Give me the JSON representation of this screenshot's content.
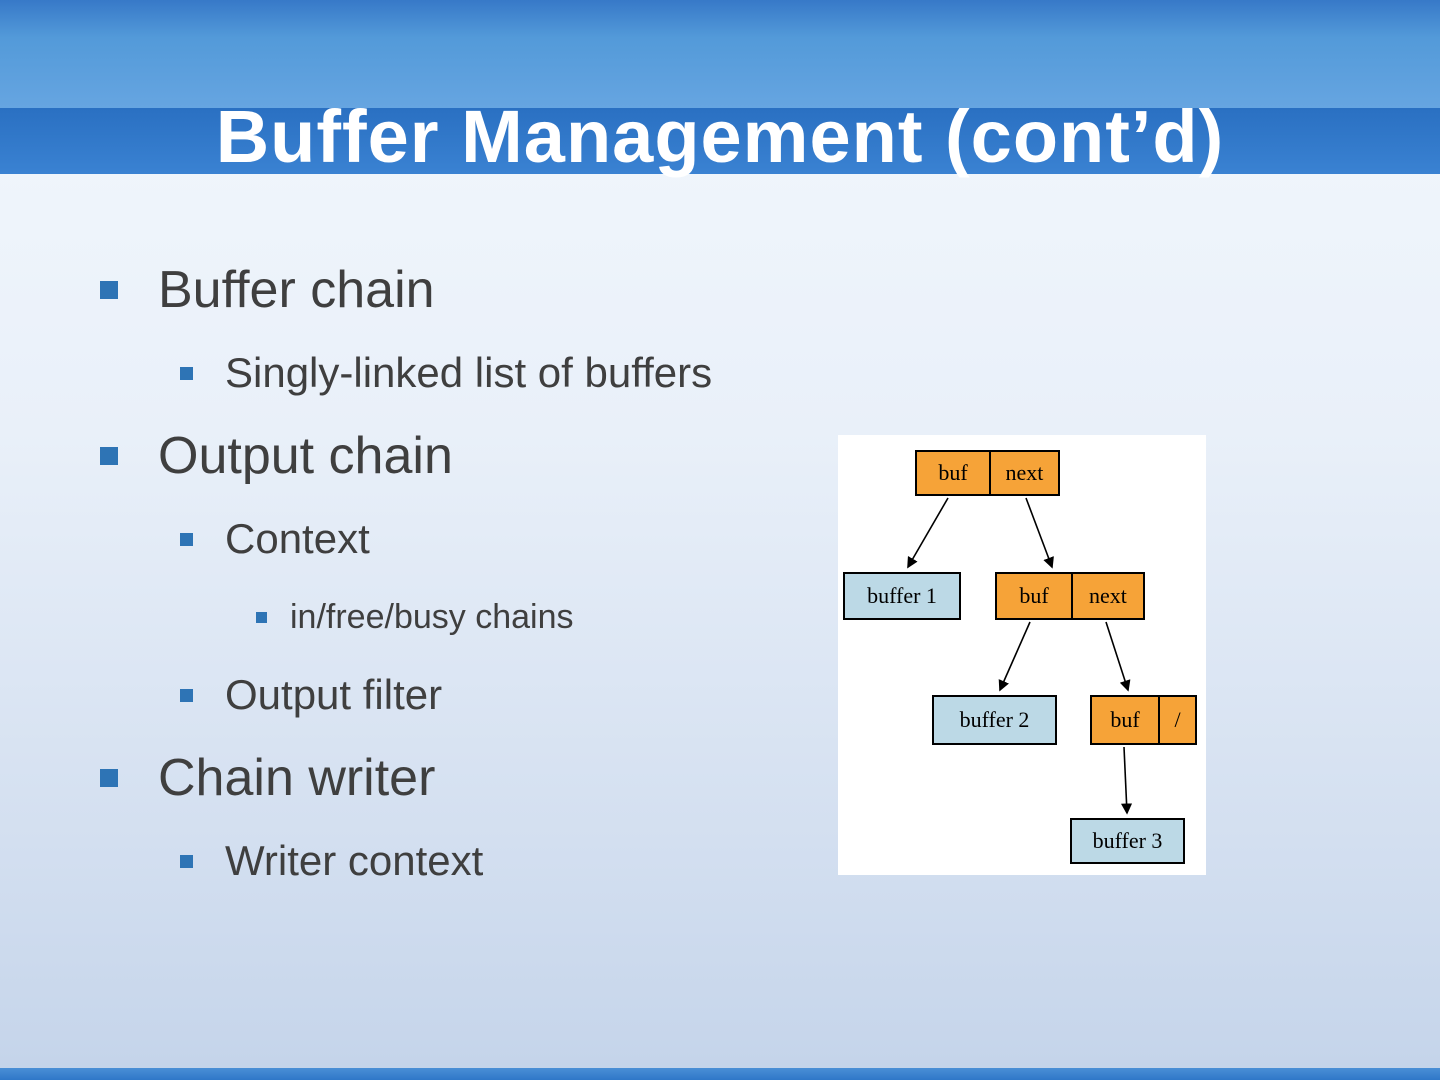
{
  "slide": {
    "title": "Buffer Management (cont’d)",
    "bullets": [
      {
        "level": 1,
        "text": "Buffer chain"
      },
      {
        "level": 2,
        "text": "Singly-linked list of buffers"
      },
      {
        "level": 1,
        "text": "Output chain"
      },
      {
        "level": 2,
        "text": "Context"
      },
      {
        "level": 3,
        "text": "in/free/busy chains"
      },
      {
        "level": 2,
        "text": "Output filter"
      },
      {
        "level": 1,
        "text": "Chain writer"
      },
      {
        "level": 2,
        "text": "Writer context"
      }
    ]
  },
  "diagram": {
    "link_nodes": [
      {
        "cells": [
          "buf",
          "next"
        ]
      },
      {
        "cells": [
          "buf",
          "next"
        ]
      },
      {
        "cells": [
          "buf",
          "/"
        ]
      }
    ],
    "buffer_nodes": [
      {
        "label": "buffer 1"
      },
      {
        "label": "buffer 2"
      },
      {
        "label": "buffer 3"
      }
    ],
    "colors": {
      "link_fill": "#F6A338",
      "buffer_fill": "#BCD9E6",
      "border": "#000000",
      "background": "#FFFFFF"
    }
  },
  "theme": {
    "title_color": "#FFFFFF",
    "header_blue_top": "#3779C8",
    "title_strip_blue": "#2A70C2",
    "bullet_square_color": "#2E74B5",
    "body_text_color": "#3F3F3F",
    "body_background_top": "#F3F8FD",
    "body_background_bottom": "#C3D3EA"
  }
}
